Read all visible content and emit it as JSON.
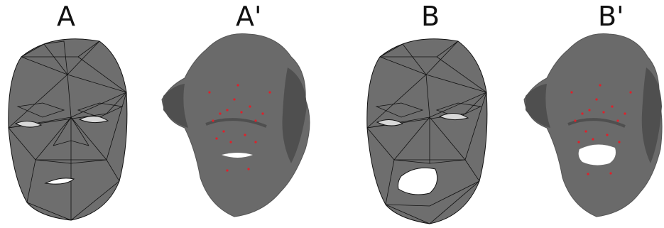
{
  "panels": [
    {
      "label": "A"
    },
    {
      "label": "A'"
    },
    {
      "label": "B"
    },
    {
      "label": "B'"
    }
  ],
  "colors": {
    "mesh_fill": "#6e6e6e",
    "mesh_edge": "#111111",
    "statue": "#6a6a6a",
    "statue_shade": "#4f4f4f",
    "marker": "#e0202a",
    "mouth": "#ffffff"
  }
}
